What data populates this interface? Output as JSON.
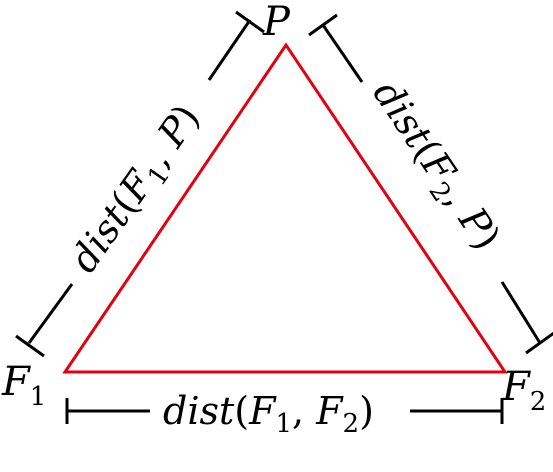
{
  "diagram": {
    "vertices": {
      "top": {
        "name": "P",
        "sub": ""
      },
      "left": {
        "name": "F",
        "sub": "1"
      },
      "right": {
        "name": "F",
        "sub": "2"
      }
    },
    "distances": {
      "left_side": {
        "func": "dist",
        "arg1": "F",
        "arg1_sub": "1",
        "arg2": "P",
        "arg2_sub": ""
      },
      "right_side": {
        "func": "dist",
        "arg1": "F",
        "arg1_sub": "2",
        "arg2": "P",
        "arg2_sub": ""
      },
      "bottom_side": {
        "func": "dist",
        "arg1": "F",
        "arg1_sub": "1",
        "arg2": "F",
        "arg2_sub": "2"
      }
    },
    "colors": {
      "triangle": "#e3000f",
      "measure_lines": "#000000",
      "text": "#000000"
    }
  }
}
